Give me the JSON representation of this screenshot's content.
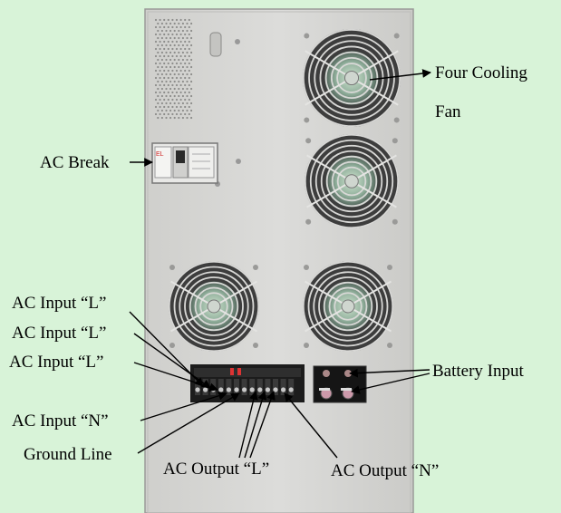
{
  "labels": {
    "fan_line1": "Four Cooling",
    "fan_line2": "Fan",
    "ac_break": "AC Break",
    "ac_input_l_1": "AC Input “L”",
    "ac_input_l_2": "AC Input “L”",
    "ac_input_l_3": "AC Input “L”",
    "ac_input_n": "AC Input “N”",
    "ground_line": "Ground Line",
    "ac_output_l": "AC Output “L”",
    "ac_output_n": "AC Output “N”",
    "battery_input": "Battery Input"
  },
  "breaker_text": "EL",
  "colors": {
    "background": "#d8f3d8",
    "panel": "#d7d7d5",
    "terminal_block": "#1c1c1c",
    "arrow": "#000000"
  }
}
